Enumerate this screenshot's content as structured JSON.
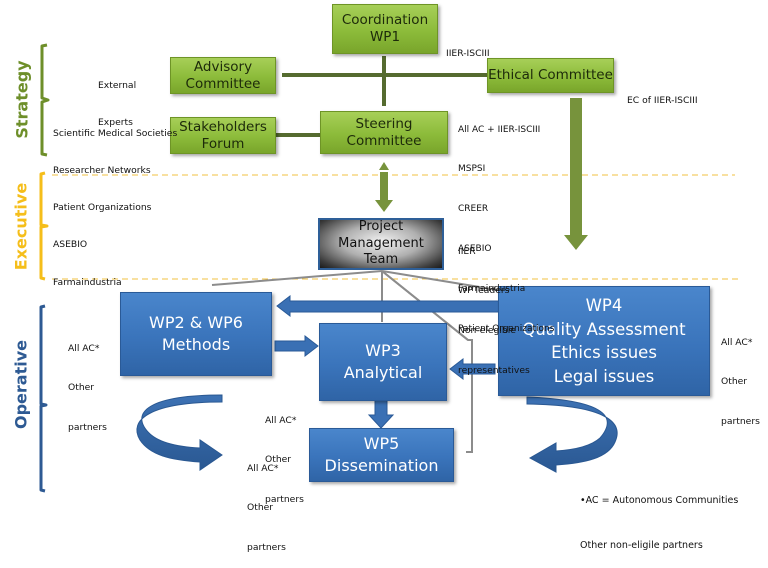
{
  "colors": {
    "strategy": "#6e8f2a",
    "executive": "#f5be1a",
    "operative": "#2e5a93",
    "green_box": "#8cbb3a",
    "blue_box": "#3a74bb",
    "connector_green": "#556b2f",
    "arrow_green": "#77933c",
    "connector_gray": "#8c8c8c",
    "dashed": "#f0c040"
  },
  "levels": {
    "strategy": "Strategy",
    "executive": "Executive",
    "operative": "Operative"
  },
  "boxes": {
    "coordination": [
      "Coordination",
      "WP1"
    ],
    "advisory": [
      "Advisory",
      "Committee"
    ],
    "ethical": [
      "Ethical Committee"
    ],
    "stakeholders": [
      "Stakeholders",
      "Forum"
    ],
    "steering": [
      "Steering",
      "Committee"
    ],
    "pmt": [
      "Project",
      "Management",
      "Team"
    ],
    "wp26": [
      "WP2 & WP6",
      "Methods"
    ],
    "wp3": [
      "WP3",
      "Analytical"
    ],
    "wp4": [
      "WP4",
      "Quality Assessment",
      "Ethics issues",
      "Legal issues"
    ],
    "wp5": [
      "WP5",
      "Dissemination"
    ]
  },
  "notes": {
    "coordination": [
      "IIER-ISCIII"
    ],
    "external": [
      "External",
      "Experts"
    ],
    "ethical": [
      "EC of IIER-ISCIII"
    ],
    "stakeholders": [
      "Scientific Medical Societies",
      "Researcher Networks",
      "Patient Organizations",
      "ASEBIO",
      "Farmaindustria"
    ],
    "steering": [
      "All AC + IIER-ISCIII",
      "MSPSI",
      "CREER",
      "ASEBIO",
      "Farmaindustria",
      "Patient Organizations"
    ],
    "pmt": [
      "IIER",
      "WP leaders",
      "Non-elegible",
      "representatives"
    ],
    "wp26": [
      "All AC*",
      "Other",
      "partners"
    ],
    "wp3": [
      "All AC*",
      "Other",
      "partners"
    ],
    "wp5": [
      "All AC*",
      "Other",
      "partners"
    ],
    "wp4": [
      "All AC*",
      "Other",
      "partners"
    ],
    "footnote": [
      "•AC = Autonomous  Communities",
      "Other non-eligile partners"
    ]
  }
}
